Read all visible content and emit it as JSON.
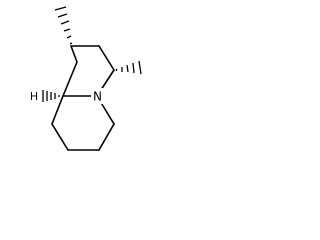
{
  "molecule": {
    "atoms": {
      "nitrogen": {
        "symbol": "N"
      },
      "bridgehead_hydrogen": {
        "symbol": "H"
      }
    },
    "colors": {
      "bond": "#000000",
      "background": "#ffffff"
    },
    "stereo": {
      "c2_methyl": "hashed-wedge",
      "c4_methyl": "hashed-wedge",
      "c9a_hydrogen": "hashed-wedge"
    }
  }
}
